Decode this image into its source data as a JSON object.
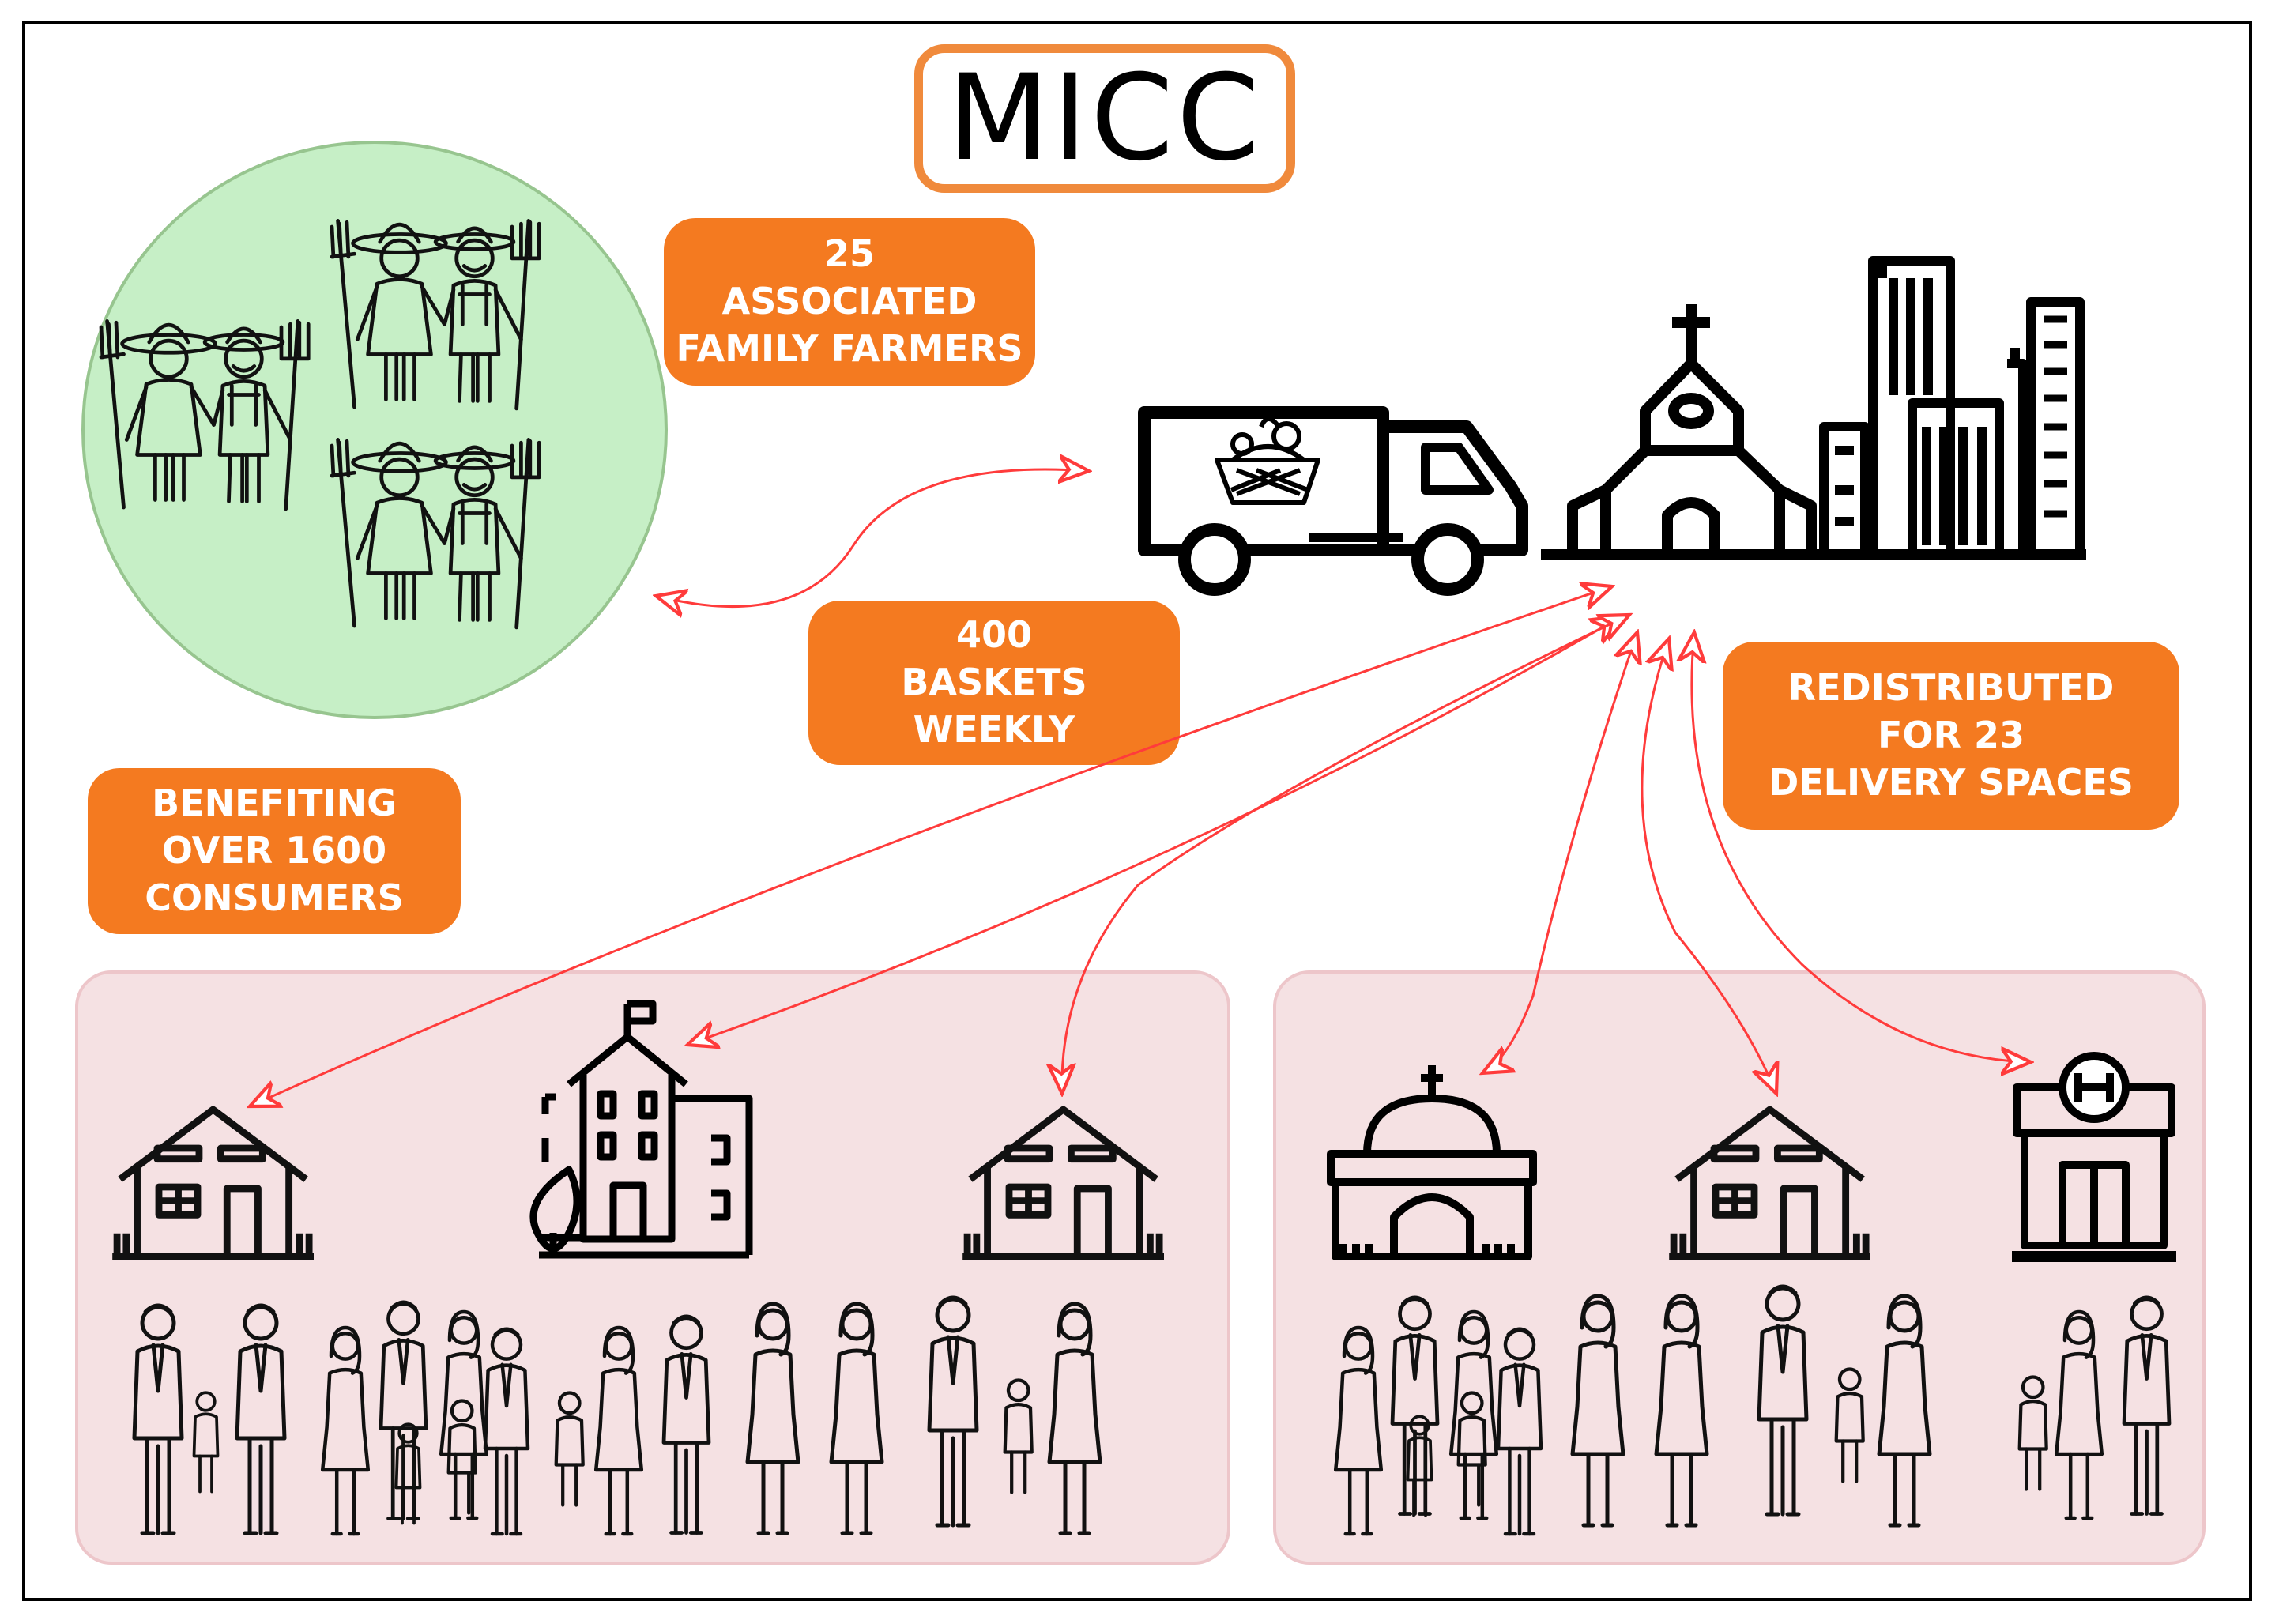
{
  "title": "MICC",
  "badges": {
    "farmers": [
      "25",
      "ASSOCIATED",
      "FAMILY FARMERS"
    ],
    "baskets": [
      "400",
      "BASKETS",
      "WEEKLY"
    ],
    "redistributed": [
      "REDISTRIBUTED",
      "FOR 23",
      "DELIVERY SPACES"
    ],
    "consumers": [
      "BENEFITING",
      "OVER 1600",
      "CONSUMERS"
    ]
  },
  "colors": {
    "badge": "#f47a20",
    "title_border": "#f08a3c",
    "farm_circle": "#c6efc6",
    "panel": "#f5e1e3",
    "arrow": "#ff3b3b",
    "icon": "#000000"
  },
  "icons": {
    "farmers": "farmer-couple-icon",
    "truck": "delivery-truck-icon",
    "church": "church-icon",
    "city": "city-buildings-icon",
    "house": "house-icon",
    "school": "school-building-icon",
    "chapel": "chapel-icon",
    "hospital": "hospital-icon",
    "family": "family-icon"
  }
}
